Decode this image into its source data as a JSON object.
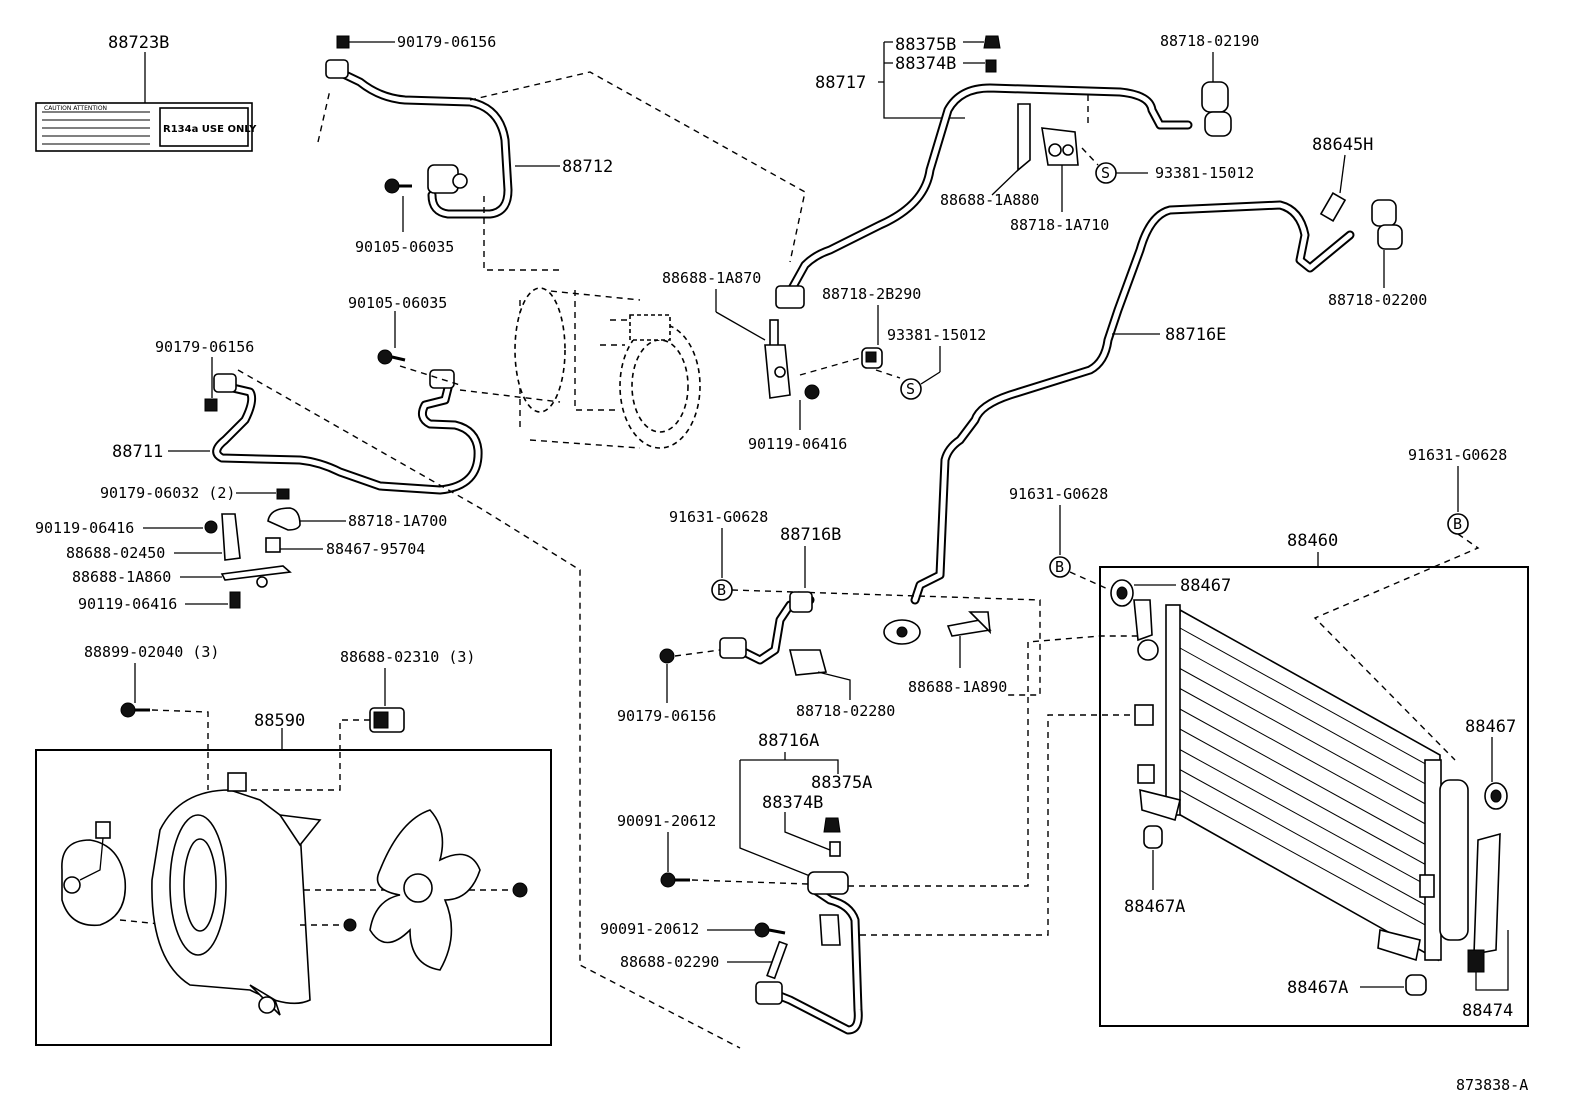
{
  "diagram_id": "873838-A",
  "labels": {
    "l_88723B": "88723B",
    "l_90179_06156_a": "90179-06156",
    "l_88712": "88712",
    "l_90105_06035_a": "90105-06035",
    "l_90105_06035_b": "90105-06035",
    "l_90179_06156_b": "90179-06156",
    "l_88711": "88711",
    "l_90179_06032": "90179-06032 (2)",
    "l_90119_06416_a": "90119-06416",
    "l_88718_1A700": "88718-1A700",
    "l_88688_02450": "88688-02450",
    "l_88467_95704": "88467-95704",
    "l_88688_1A860": "88688-1A860",
    "l_90119_06416_b": "90119-06416",
    "l_88899_02040": "88899-02040 (3)",
    "l_88688_02310": "88688-02310 (3)",
    "l_88590": "88590",
    "l_88375B": "88375B",
    "l_88374B_top": "88374B",
    "l_88717": "88717",
    "l_88718_02190": "88718-02190",
    "l_93381_15012_a": "93381-15012",
    "l_88688_1A880": "88688-1A880",
    "l_88718_1A710": "88718-1A710",
    "l_88645H": "88645H",
    "l_88718_02200": "88718-02200",
    "l_88688_1A870": "88688-1A870",
    "l_88718_2B290": "88718-2B290",
    "l_93381_15012_b": "93381-15012",
    "l_88716E": "88716E",
    "l_90119_06416_c": "90119-06416",
    "l_91631_G0628_a": "91631-G0628",
    "l_88716B": "88716B",
    "l_91631_G0628_b": "91631-G0628",
    "l_91631_G0628_c": "91631-G0628",
    "l_88460": "88460",
    "l_88467_a": "88467",
    "l_88467_b": "88467",
    "l_90179_06156_c": "90179-06156",
    "l_88718_02280": "88718-02280",
    "l_88688_1A890": "88688-1A890",
    "l_88716A": "88716A",
    "l_88375A": "88375A",
    "l_88374B_bottom": "88374B",
    "l_90091_20612_a": "90091-20612",
    "l_90091_20612_b": "90091-20612",
    "l_88688_02290": "88688-02290",
    "l_88467A_a": "88467A",
    "l_88467A_b": "88467A",
    "l_88474": "88474",
    "l_diagram_code": "873838-A"
  },
  "symbols": {
    "b_mark": "B",
    "s_mark": "S"
  },
  "sticker": {
    "caution_text": "CAUTION ATTENTION",
    "refrigerant_text": "R134a USE ONLY"
  }
}
